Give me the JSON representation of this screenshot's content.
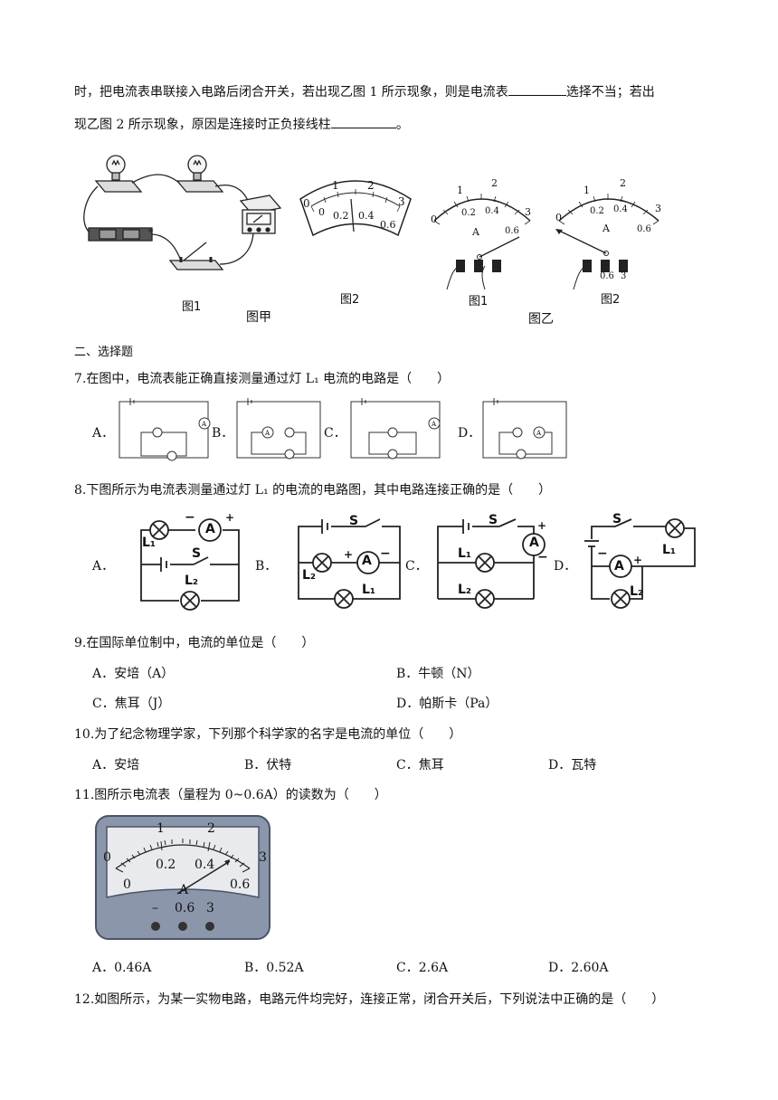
{
  "q6_tail": {
    "line1_a": "时，把电流表串联接入电路后闭合开关，若出现乙图 1 所示现象，则是电流表",
    "line1_b": "选择不当；若出",
    "line2_a": "现乙图 2 所示现象，原因是连接时正负接线柱",
    "line2_b": "。"
  },
  "fig_jia": {
    "fig1_label": "图1",
    "fig2_label": "图2",
    "caption": "图甲",
    "meter_marks_top": [
      "0",
      "1",
      "2",
      "3"
    ],
    "meter_marks_bottom": [
      "0",
      "0.2",
      "0.4",
      "0.6"
    ]
  },
  "fig_yi": {
    "fig1_label": "图1",
    "fig2_label": "图2",
    "caption": "图乙",
    "marks_top": [
      "0",
      "1",
      "2",
      "3"
    ],
    "marks_bottom": [
      "0",
      "0.2",
      "0.4",
      "0.6"
    ],
    "unit": "A",
    "terminals": [
      "0.6",
      "3"
    ]
  },
  "section2": "二、选择题",
  "q7": {
    "stem": "7.在图中，电流表能正确直接测量通过灯 L₁ 电流的电路是（　　）",
    "options": [
      "A．",
      "B．",
      "C．",
      "D．"
    ]
  },
  "q8": {
    "stem": "8.下图所示为电流表测量通过灯  L₁   的电流的电路图，其中电路连接正确的是（　　）",
    "options": [
      "A．",
      "B．",
      "C．",
      "D．"
    ],
    "labels": {
      "L1": "L₁",
      "L2": "L₂",
      "S": "S",
      "A": "A",
      "plus": "+",
      "minus": "−"
    }
  },
  "q9": {
    "stem": "9.在国际单位制中，电流的单位是（　　）",
    "options": [
      "A．安培（A）",
      "B．牛顿（N）",
      "C．焦耳（J）",
      "D．帕斯卡（Pa）"
    ]
  },
  "q10": {
    "stem": "10.为了纪念物理学家，下列那个科学家的名字是电流的单位（　　）",
    "options": [
      "A．安培",
      "B．伏特",
      "C．焦耳",
      "D．瓦特"
    ]
  },
  "q11": {
    "stem": "11.图所示电流表（量程为 0~0.6A）的读数为（　　）",
    "meter": {
      "top_marks": [
        "0",
        "1",
        "2",
        "3"
      ],
      "bottom_marks": [
        "0",
        "0.2",
        "0.4",
        "0.6"
      ],
      "unit": "A",
      "terminals": [
        "–",
        "0.6",
        "3"
      ]
    },
    "options": [
      "A．0.46A",
      "B．0.52A",
      "C．2.6A",
      "D．2.60A"
    ]
  },
  "q12": {
    "stem": "12.如图所示，为某一实物电路，电路元件均完好，连接正常，闭合开关后，下列说法中正确的是（　　）"
  }
}
